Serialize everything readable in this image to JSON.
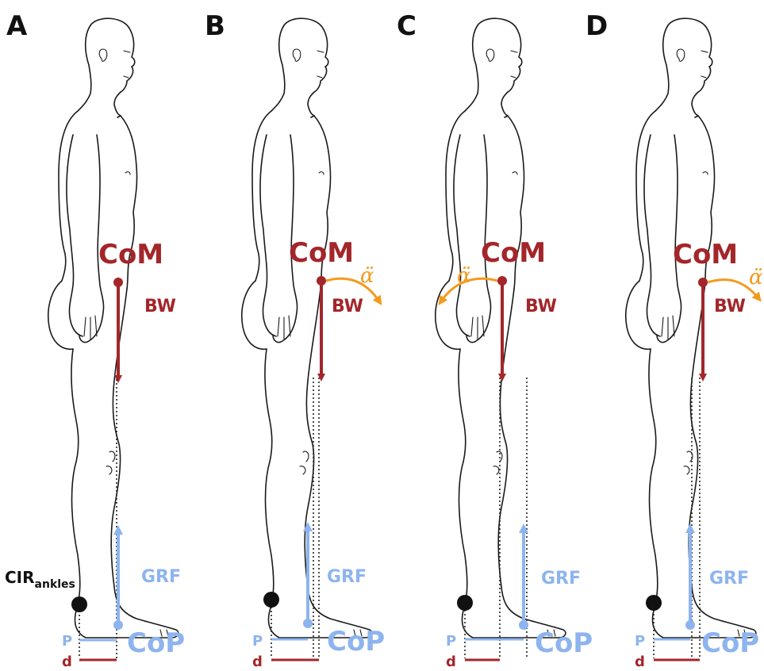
{
  "colors": {
    "com": "#a3262a",
    "grf": "#8db4ee",
    "accel": "#f39a1e",
    "ink": "#111111"
  },
  "labels": {
    "com": "CoM",
    "bw": "BW",
    "grf": "GRF",
    "cop": "CoP",
    "p": "P",
    "d": "d",
    "accel": "α̈",
    "cir_main": "CIR",
    "cir_sub": "ankles"
  },
  "panels": [
    {
      "letter": "A",
      "accel": "none",
      "cop_shift": "aligned with CoM"
    },
    {
      "letter": "B",
      "accel": "forward",
      "cop_shift": "behind CoM"
    },
    {
      "letter": "C",
      "accel": "backward",
      "cop_shift": "ahead of CoM"
    },
    {
      "letter": "D",
      "accel": "forward",
      "cop_shift": "behind CoM"
    }
  ]
}
